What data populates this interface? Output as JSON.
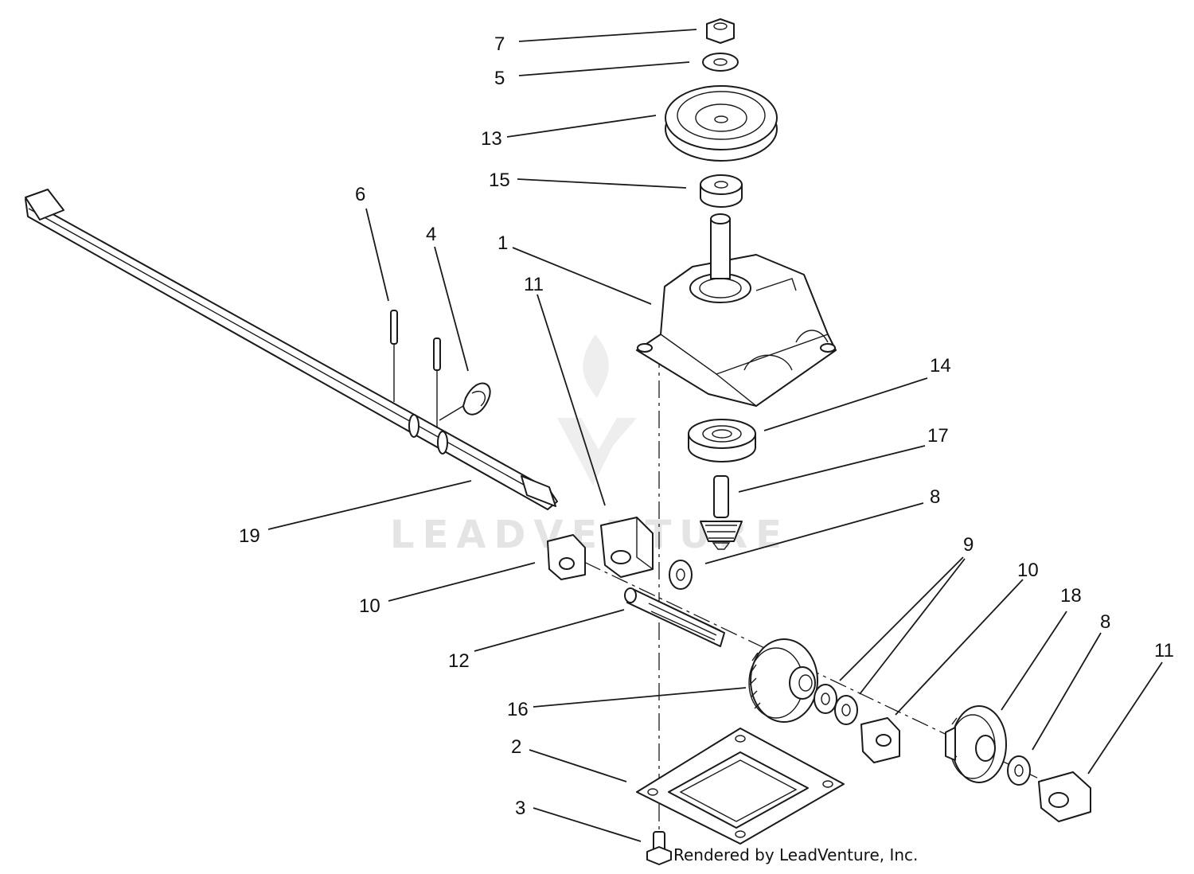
{
  "watermark": {
    "text": "LEADVENTURE"
  },
  "credit": "Rendered by LeadVenture, Inc.",
  "callouts": [
    {
      "key": "c7",
      "text": "7"
    },
    {
      "key": "c5",
      "text": "5"
    },
    {
      "key": "c13",
      "text": "13"
    },
    {
      "key": "c15",
      "text": "15"
    },
    {
      "key": "c6",
      "text": "6"
    },
    {
      "key": "c4",
      "text": "4"
    },
    {
      "key": "c1",
      "text": "1"
    },
    {
      "key": "c11a",
      "text": "11"
    },
    {
      "key": "c14",
      "text": "14"
    },
    {
      "key": "c17",
      "text": "17"
    },
    {
      "key": "c8a",
      "text": "8"
    },
    {
      "key": "c19",
      "text": "19"
    },
    {
      "key": "c9",
      "text": "9"
    },
    {
      "key": "c10a",
      "text": "10"
    },
    {
      "key": "c10b",
      "text": "10"
    },
    {
      "key": "c18",
      "text": "18"
    },
    {
      "key": "c8b",
      "text": "8"
    },
    {
      "key": "c11b",
      "text": "11"
    },
    {
      "key": "c12",
      "text": "12"
    },
    {
      "key": "c16",
      "text": "16"
    },
    {
      "key": "c2",
      "text": "2"
    },
    {
      "key": "c3",
      "text": "3"
    }
  ]
}
